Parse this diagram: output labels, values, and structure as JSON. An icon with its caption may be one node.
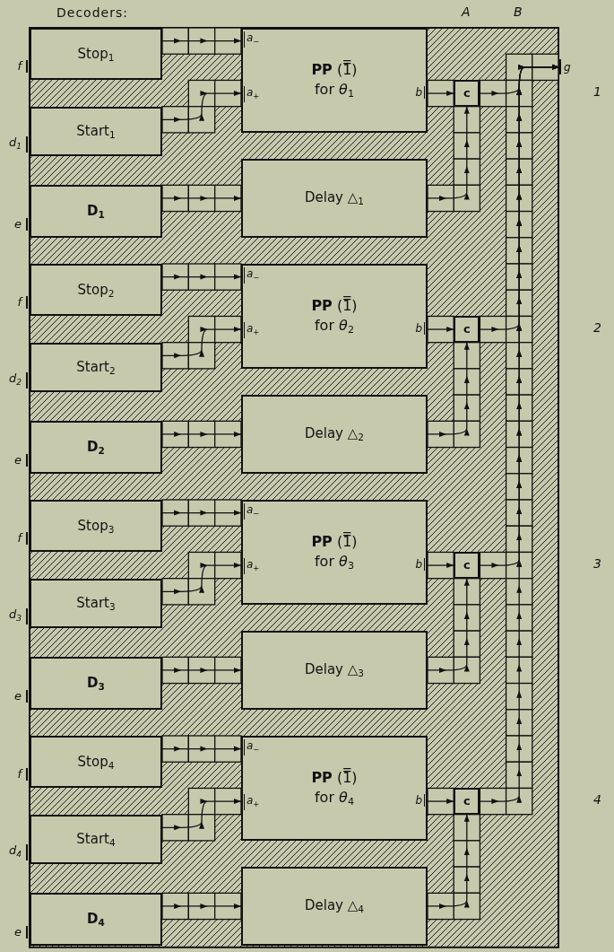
{
  "diagram": {
    "nodes": [
      {
        "text": [
          "Stop$_{1}$"
        ],
        "beside": [
          "f"
        ]
      },
      {
        "text": [
          "**PP** (1̿)",
          "for *θ*$_{1}$",
          "a$_{−}$",
          "a$_{+}$",
          "b"
        ]
      },
      {
        "text": [
          "g"
        ]
      },
      {
        "text": [
          "c"
        ]
      },
      {
        "text": [
          "Start$_{1}$"
        ],
        "beside": [
          "d$_{1}$"
        ]
      },
      {
        "text": [
          "D$_{1}$"
        ],
        "beside": [
          "e"
        ]
      },
      {
        "text": [
          "Delay △$_{1}$"
        ]
      },
      {
        "text": [
          "Stop$_{2}$"
        ],
        "beside": [
          "f"
        ]
      },
      {
        "text": [
          "**PP** (1̿)",
          "for *θ*$_{2}$",
          "a$_{−}$",
          "a$_{+}$",
          "b"
        ]
      },
      {
        "text": [
          "c"
        ]
      },
      {
        "text": [
          "Start$_{2}$"
        ],
        "beside": [
          "d$_{2}$"
        ]
      },
      {
        "text": [
          "D$_{2}$"
        ],
        "beside": [
          "e"
        ]
      },
      {
        "text": [
          "Delay △$_{2}$"
        ]
      },
      {
        "text": [
          "Stop$_{3}$"
        ],
        "beside": [
          "f"
        ]
      },
      {
        "text": [
          "**PP** (1̿)",
          "for *θ*$_{3}$",
          "a$_{−}$",
          "a$_{+}$",
          "b"
        ]
      },
      {
        "text": [
          "c"
        ]
      },
      {
        "text": [
          "Start$_{3}$"
        ],
        "beside": [
          "d$_{3}$"
        ]
      },
      {
        "text": [
          "D$_{3}$"
        ],
        "beside": [
          "e"
        ]
      },
      {
        "text": [
          "Delay △$_{3}$"
        ]
      },
      {
        "text": [
          "Stop$_{4}$"
        ],
        "beside": [
          "f"
        ]
      },
      {
        "text": [
          "**PP** (1̿)",
          "for *θ*$_{4}$",
          "a$_{−}$",
          "a$_{+}$",
          "b"
        ]
      },
      {
        "text": [
          "c"
        ]
      },
      {
        "text": [
          "Start$_{4}$"
        ],
        "beside": [
          "d$_{4}$"
        ]
      },
      {
        "text": [
          "D$_{4}$"
        ],
        "beside": [
          "e"
        ]
      },
      {
        "text": [
          "Delay △$_{4}$"
        ]
      }
    ],
    "edges": [
      {
        "from": 0,
        "to": 1,
        "arrow": "to"
      },
      {
        "from": 4,
        "to": 1,
        "arrow": "to"
      },
      {
        "from": 1,
        "to": 3,
        "arrow": "to"
      },
      {
        "from": 5,
        "to": 6,
        "arrow": "to"
      },
      {
        "from": 6,
        "to": 3,
        "arrow": "to"
      },
      {
        "from": 3,
        "to": 2,
        "arrow": "to"
      },
      {
        "from": 7,
        "to": 8,
        "arrow": "to"
      },
      {
        "from": 10,
        "to": 8,
        "arrow": "to"
      },
      {
        "from": 8,
        "to": 9,
        "arrow": "to"
      },
      {
        "from": 11,
        "to": 12,
        "arrow": "to"
      },
      {
        "from": 12,
        "to": 9,
        "arrow": "to"
      },
      {
        "from": 9,
        "to": 2,
        "arrow": "to"
      },
      {
        "from": 13,
        "to": 14,
        "arrow": "to"
      },
      {
        "from": 16,
        "to": 14,
        "arrow": "to"
      },
      {
        "from": 14,
        "to": 15,
        "arrow": "to"
      },
      {
        "from": 17,
        "to": 18,
        "arrow": "to"
      },
      {
        "from": 18,
        "to": 15,
        "arrow": "to"
      },
      {
        "from": 15,
        "to": 2,
        "arrow": "to"
      },
      {
        "from": 19,
        "to": 20,
        "arrow": "to"
      },
      {
        "from": 22,
        "to": 20,
        "arrow": "to"
      },
      {
        "from": 20,
        "to": 21,
        "arrow": "to"
      },
      {
        "from": 23,
        "to": 24,
        "arrow": "to"
      },
      {
        "from": 24,
        "to": 21,
        "arrow": "to"
      },
      {
        "from": 21,
        "to": 2,
        "arrow": "to"
      }
    ],
    "labels": [
      "Decoders:",
      "A",
      "B",
      "1",
      "2",
      "3",
      "4"
    ]
  }
}
